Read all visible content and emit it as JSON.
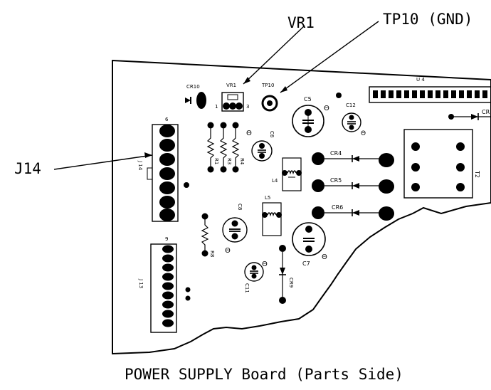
{
  "callouts": {
    "vr1": "VR1",
    "tp10": "TP10 (GND)",
    "j14": "J14"
  },
  "caption": "POWER SUPPLY Board (Parts Side)",
  "board_labels": {
    "cr10": "CR10",
    "vr1_small": "VR1",
    "tp10_small": "TP10",
    "pin1": "1",
    "pin3": "3",
    "c5": "C5",
    "c12": "C12",
    "u4": "U 4",
    "cr_edge": "CR",
    "c6": "C6",
    "r1": "R1",
    "r3": "R3",
    "r4": "R4",
    "l4": "L4",
    "l5": "L5",
    "cr4": "CR4",
    "cr5": "CR5",
    "cr6": "CR6",
    "t2": "T2",
    "j14_small": "J 14",
    "j13_small": "J 13",
    "j14_pin": "6",
    "j13_pin": "9",
    "c8": "C8",
    "r8": "R8",
    "c7": "C7",
    "c11": "C11",
    "cr9": "CR9",
    "minus": "Θ"
  }
}
